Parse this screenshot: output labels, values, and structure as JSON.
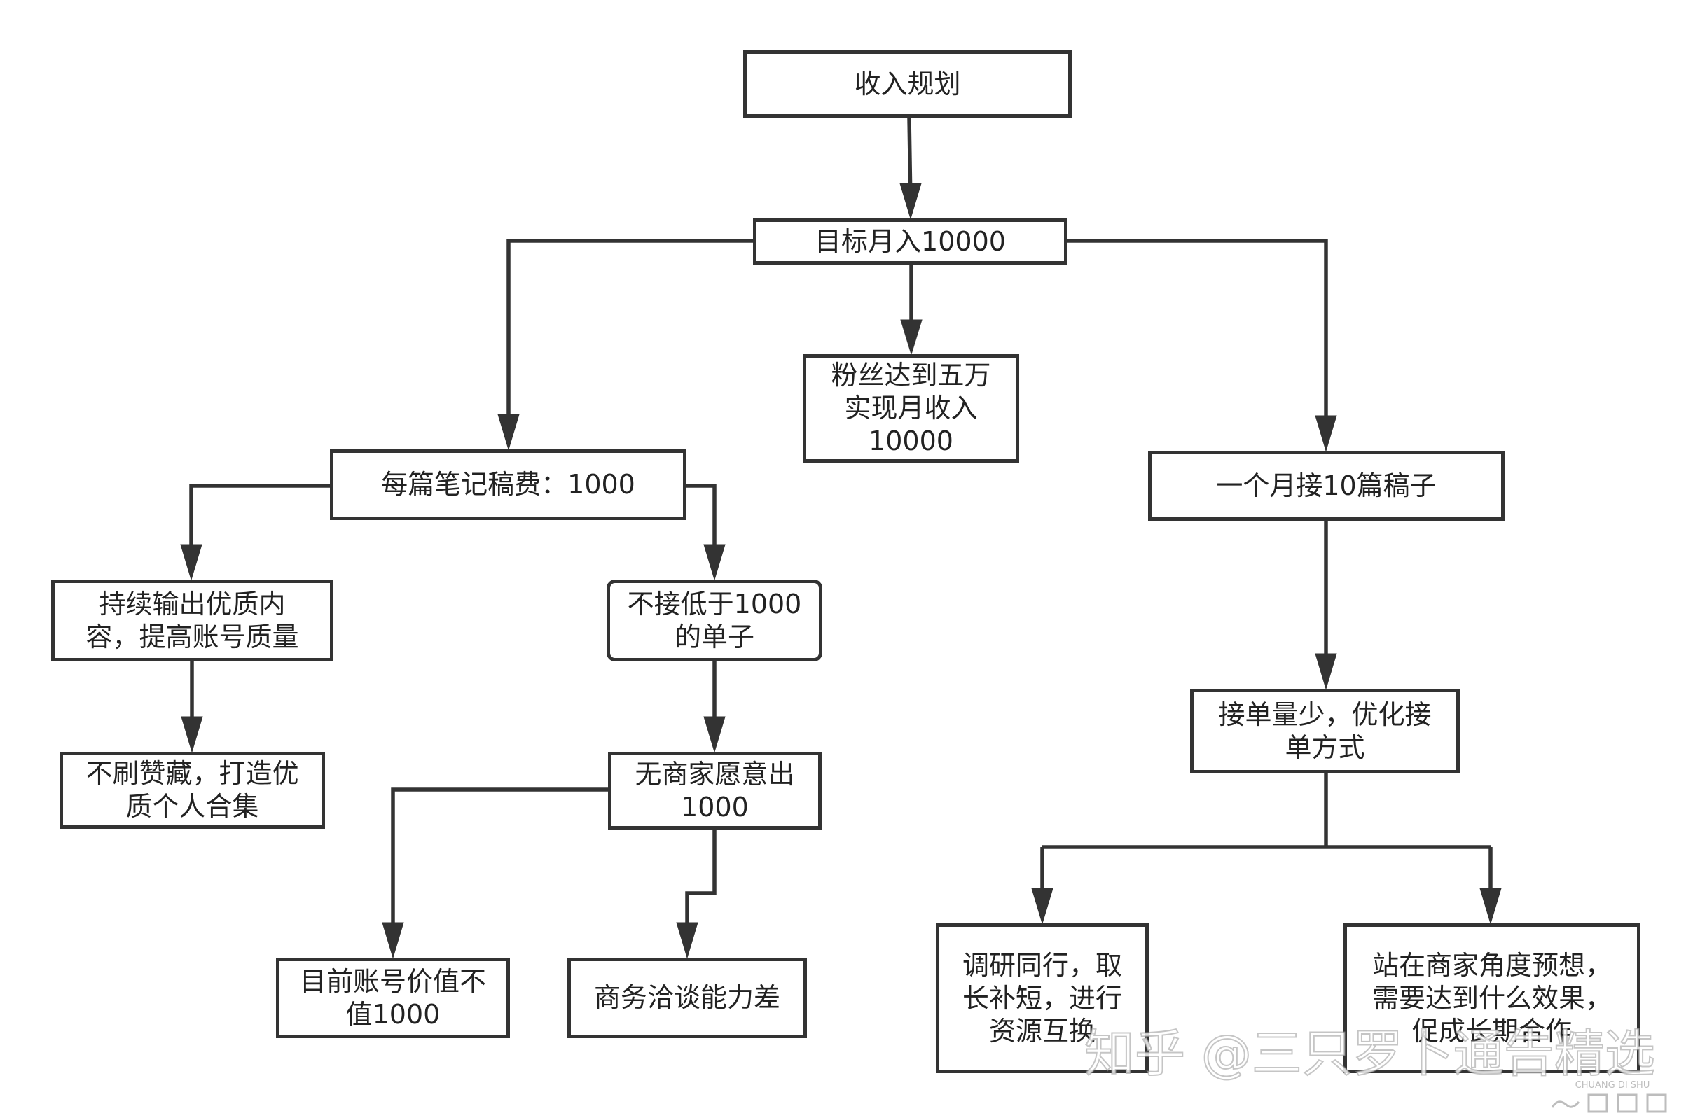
{
  "nodes": {
    "root": "收入规划",
    "goal": "目标月入10000",
    "fans": "粉丝达到五万\n实现月收入\n10000",
    "fee": "每篇笔记稿费：1000",
    "monthly": "一个月接10篇稿子",
    "quality": "持续输出优质内\n容，提高账号质量",
    "no_low": "不接低于1000\n的单子",
    "collection": "不刷赞藏，打造优\n质个人合集",
    "no_merchant": "无商家愿意出\n1000",
    "worth": "目前账号价值不\n值1000",
    "negotiation": "商务洽谈能力差",
    "optimize": "接单量少，优化接\n单方式",
    "research": "调研同行，取\n长补短，进行\n资源互换",
    "merchant_view": "站在商家角度预想，\n需要达到什么效果，\n促成长期合作"
  },
  "watermark": {
    "text": "知乎 @三只罗卜通告精选",
    "logo": "CHUANG DI SHU"
  }
}
